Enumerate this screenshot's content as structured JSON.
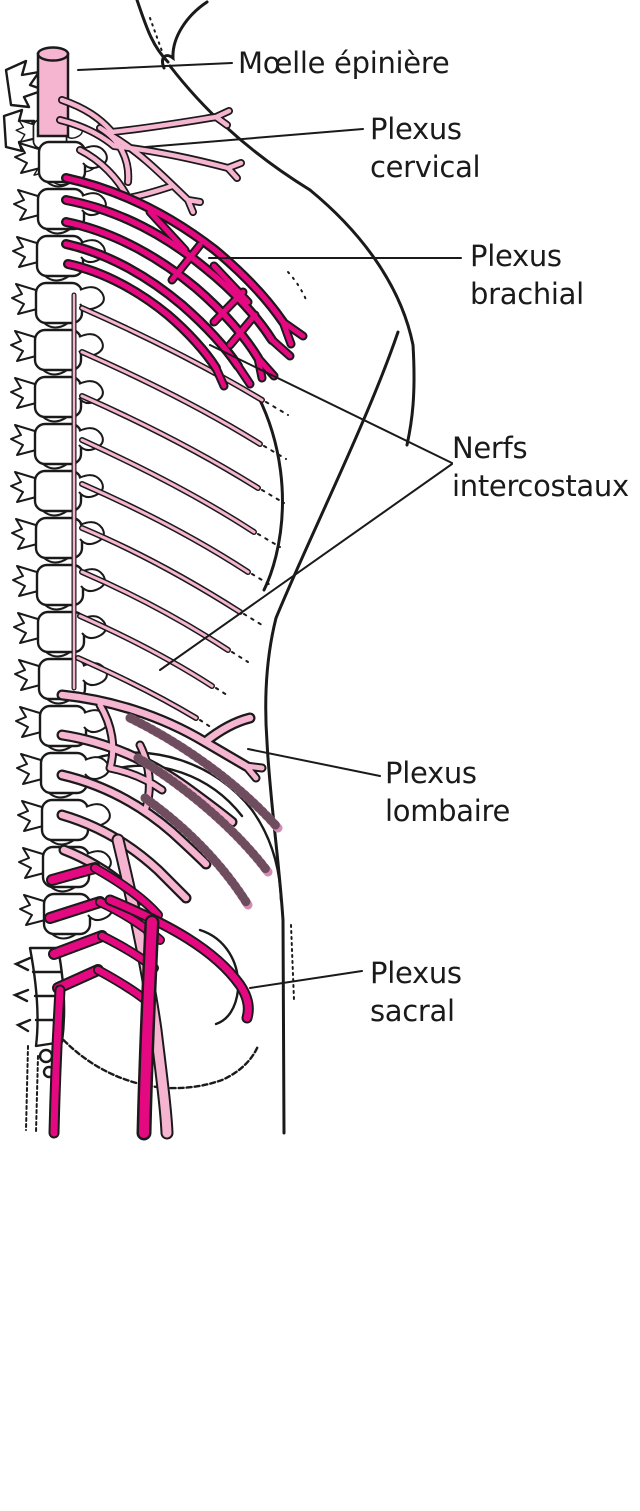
{
  "diagram": {
    "labels": {
      "moelle": {
        "text": "Mœlle épinière"
      },
      "cervical": {
        "line1": "Plexus",
        "line2": "cervical"
      },
      "brachial": {
        "line1": "Plexus",
        "line2": "brachial"
      },
      "intercostaux": {
        "line1": "Nerfs",
        "line2": "intercostaux"
      },
      "lombaire": {
        "line1": "Plexus",
        "line2": "lombaire"
      },
      "sacral": {
        "line1": "Plexus",
        "line2": "sacral"
      }
    },
    "colors": {
      "nerve_light_pink": "#F5B4D0",
      "nerve_magenta": "#E40980",
      "nerve_dusty_pink": "#D48DB2",
      "outline_black": "#1A1A1A",
      "background": "#FFFFFF"
    }
  }
}
